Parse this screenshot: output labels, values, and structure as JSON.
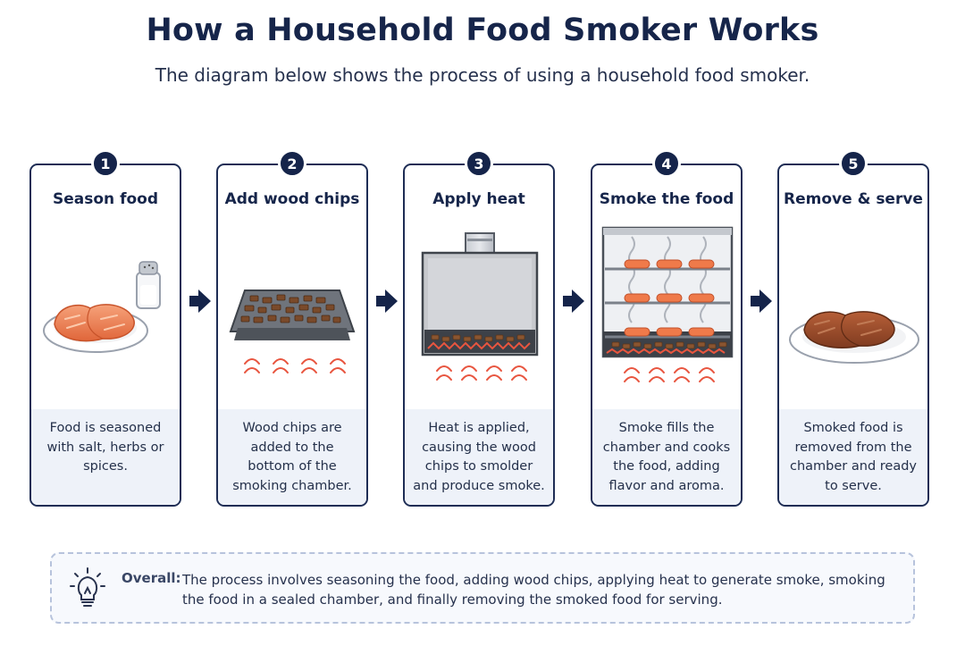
{
  "header": {
    "title": "How a Household Food Smoker Works",
    "subtitle": "The diagram below shows the process of using a household food smoker."
  },
  "steps": [
    {
      "number": "1",
      "title": "Season food",
      "description": "Food is seasoned with salt, herbs or spices.",
      "icon": "seasoned-meat-plate-icon"
    },
    {
      "number": "2",
      "title": "Add wood chips",
      "description": "Wood chips are added to the bottom of the smoking chamber.",
      "icon": "wood-chip-tray-icon"
    },
    {
      "number": "3",
      "title": "Apply heat",
      "description": "Heat is applied, causing the wood chips to smolder and produce smoke.",
      "icon": "heated-smoker-icon"
    },
    {
      "number": "4",
      "title": "Smoke the food",
      "description": "Smoke fills the chamber and cooks the food, adding flavor and aroma.",
      "icon": "smoking-chamber-icon"
    },
    {
      "number": "5",
      "title": "Remove & serve",
      "description": "Smoked food is removed from the chamber and ready to serve.",
      "icon": "smoked-meat-plate-icon"
    }
  ],
  "overall": {
    "label": "Overall:",
    "text": "The process involves seasoning the food, adding wood chips, applying heat to generate smoke, smoking the food in a sealed chamber, and finally removing the smoked food for serving.",
    "icon": "lightbulb-icon"
  },
  "colors": {
    "navy": "#15244a",
    "panel": "#eef2f9",
    "heat": "#e8553f",
    "meat_raw": "#f08256",
    "meat_smoked": "#9a4b2c"
  }
}
